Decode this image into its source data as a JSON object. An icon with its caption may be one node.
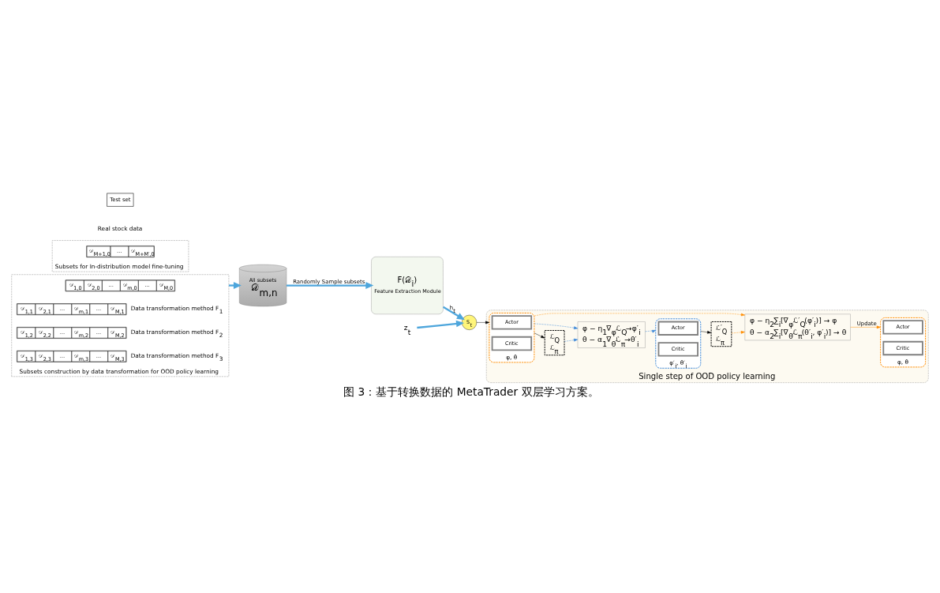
{
  "diagram": {
    "caption": "图 3：基于转换数据的 MetaTrader 双层学习方案。",
    "nodes": [
      {
        "text": [
          "Subsets construction by data transformation for OOD policy learning"
        ]
      },
      {
        "text": [
          "Subsets for In-distribution model fine-tuning"
        ]
      },
      {
        "text": [
          "𝒟$_{1,0}$",
          "𝒟$_{2,0}$",
          "…",
          "𝒟$_{m,0}$",
          "…",
          "𝒟$_{M,0}$"
        ],
        "in": 0
      },
      {
        "text": [
          "𝒟$_{M+1,0}$",
          "…",
          "𝒟$_{M+M′,0}$"
        ],
        "in": 1
      },
      {
        "text": [
          "Test set"
        ],
        "beside": [
          "Real stock data"
        ]
      },
      {
        "text": [
          "𝒟$_{1,1}$",
          "𝒟$_{2,1}$",
          "…",
          "𝒟$_{m,1}$",
          "…",
          "𝒟$_{M,1}$"
        ],
        "in": 0,
        "beside": [
          "Data transformation method F$_{1}$"
        ]
      },
      {
        "text": [
          "𝒟$_{1,2}$",
          "𝒟$_{2,2}$",
          "…",
          "𝒟$_{m,2}$",
          "…",
          "𝒟$_{M,2}$"
        ],
        "in": 0,
        "beside": [
          "Data transformation method F$_{2}$"
        ]
      },
      {
        "text": [
          "𝒟$_{1,3}$",
          "𝒟$_{2,3}$",
          "…",
          "𝒟$_{m,3}$",
          "…",
          "𝒟$_{M,3}$"
        ],
        "in": 0,
        "beside": [
          "Data transformation method F$_{3}$"
        ]
      },
      {
        "text": [
          "All subsets",
          "𝒟$_{m,n}$"
        ]
      },
      {
        "text": [
          "F(𝒟$_{i}$)",
          "Feature Extraction Module"
        ]
      },
      {
        "text": [
          "S$_{t}$"
        ]
      },
      {
        "text": [
          "Single step of OOD policy learning"
        ]
      },
      {
        "text": [
          "φ, θ"
        ],
        "in": 11
      },
      {
        "text": [
          "Actor"
        ],
        "in": 12
      },
      {
        "text": [
          "Critic"
        ],
        "in": 12
      },
      {
        "text": [
          "ℒ$_{Q}$",
          "ℒ$_{π}$"
        ],
        "in": 11
      },
      {
        "text": [
          "φ − η$_{1}$∇$_{φ}$ℒ$_{Q}$→φ′$_{i}$",
          "θ − α$_{1}$∇$_{θ}$ℒ$_{π}$→θ′$_{i}$"
        ],
        "in": 11
      },
      {
        "text": [
          "φ′$_{i}$, θ′$_{i}$"
        ],
        "in": 11
      },
      {
        "text": [
          "Actor"
        ],
        "in": 17
      },
      {
        "text": [
          "Critic"
        ],
        "in": 17
      },
      {
        "text": [
          "ℒ′$_{Q}$",
          "ℒ$_{π}$"
        ],
        "in": 11
      },
      {
        "text": [
          "φ − η$_{2}$∑$_{i}$[∇$_{φ}$ℒ′$_{Q}$(φ′$_{i}$)] → φ",
          "θ − α$_{2}$∑$_{i}$[∇$_{θ}$ℒ$_{π}$(θ′$_{i}$, φ′$_{i}$)] → θ"
        ],
        "in": 11
      },
      {
        "text": [
          "φ, θ"
        ],
        "in": 11
      },
      {
        "text": [
          "Actor"
        ],
        "in": 22
      },
      {
        "text": [
          "Critic"
        ],
        "in": 22
      },
      {
        "text": [
          "z$_{t}$"
        ]
      }
    ],
    "edges": [
      {
        "from": 0,
        "to": 8,
        "arrow": "to",
        "style": "thick",
        "color": "#4ea6dc"
      },
      {
        "from": 8,
        "to": 9,
        "arrow": "to",
        "label": "Randomly Sample subsets",
        "style": "thick",
        "color": "#4ea6dc"
      },
      {
        "from": 9,
        "to": 10,
        "arrow": "to",
        "label": "h$_{t}$",
        "style": "thick",
        "color": "#4ea6dc"
      },
      {
        "from": 25,
        "to": 10,
        "arrow": "to",
        "style": "thick",
        "color": "#4ea6dc"
      },
      {
        "from": 10,
        "to": 12,
        "arrow": "to",
        "color": "#000000"
      },
      {
        "from": 12,
        "to": 15,
        "arrow": "to",
        "color": "#000000"
      },
      {
        "from": 12,
        "to": 16,
        "arrow": "to",
        "style": "dashed",
        "color": "#3a86d8"
      },
      {
        "from": 15,
        "to": 16,
        "arrow": "to",
        "style": "dashed",
        "color": "#3a86d8"
      },
      {
        "from": 16,
        "to": 17,
        "arrow": "to",
        "style": "dashed",
        "color": "#3a86d8"
      },
      {
        "from": 17,
        "to": 20,
        "arrow": "to",
        "color": "#000000"
      },
      {
        "from": 12,
        "to": 21,
        "arrow": "to",
        "style": "dashed",
        "color": "#ff8c00"
      },
      {
        "from": 20,
        "to": 21,
        "arrow": "to",
        "style": "dashed",
        "color": "#ff8c00"
      },
      {
        "from": 21,
        "to": 22,
        "arrow": "to",
        "label": "Update",
        "color": "#ff8c00"
      }
    ]
  }
}
